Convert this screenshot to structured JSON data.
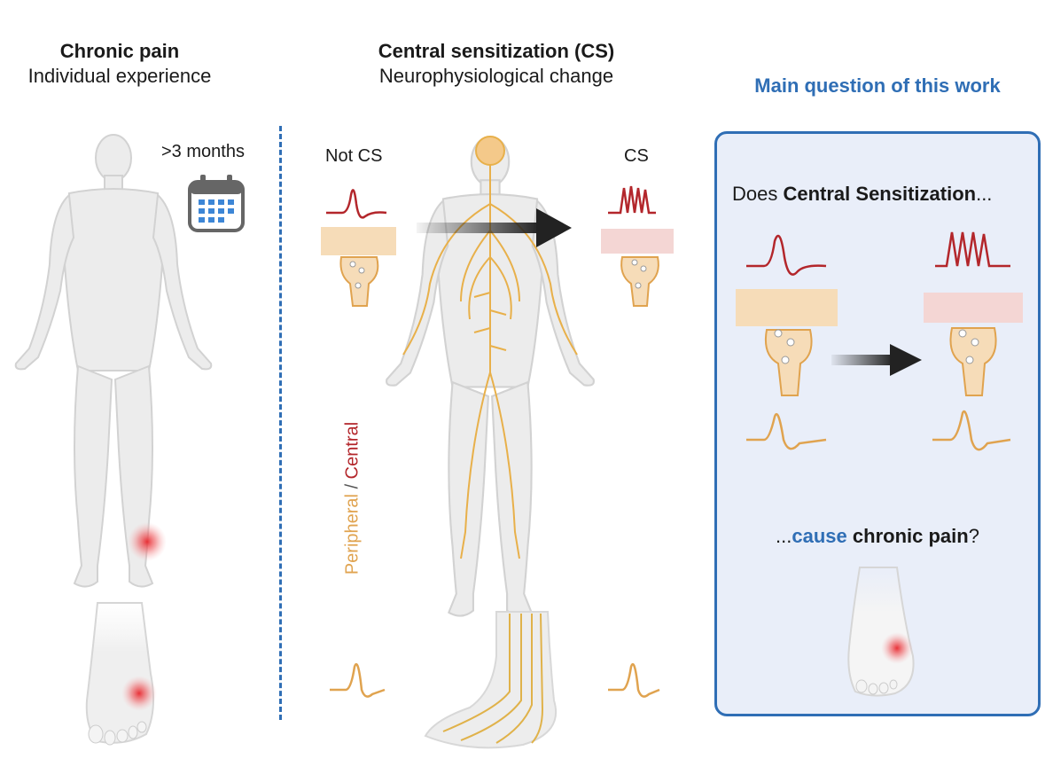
{
  "left_column": {
    "title": "Chronic pain",
    "subtitle": "Individual experience",
    "duration_label": ">3 months",
    "icon": "calendar-icon"
  },
  "middle_column": {
    "title": "Central sensitization (CS)",
    "subtitle": "Neurophysiological change",
    "not_cs_label": "Not CS",
    "cs_label": "CS",
    "axis_label_peripheral": "Peripheral",
    "axis_label_separator": " / ",
    "axis_label_central": "Central"
  },
  "right_column": {
    "title": "Main question of this work",
    "question_prefix": "Does ",
    "question_bold": "Central Sensitization",
    "question_suffix": "...",
    "answer_prefix": "...",
    "answer_cause": "cause",
    "answer_middle": " ",
    "answer_bold": "chronic pain",
    "answer_suffix": "?"
  },
  "colors": {
    "accent_blue": "#2f6eb5",
    "central_red": "#b3262b",
    "peripheral_orange": "#e0a34f",
    "nerve_yellow": "#e8b04a",
    "pain_red": "#e8282e",
    "body_grey": "#ececec",
    "panel_bg": "#e9eef9"
  }
}
